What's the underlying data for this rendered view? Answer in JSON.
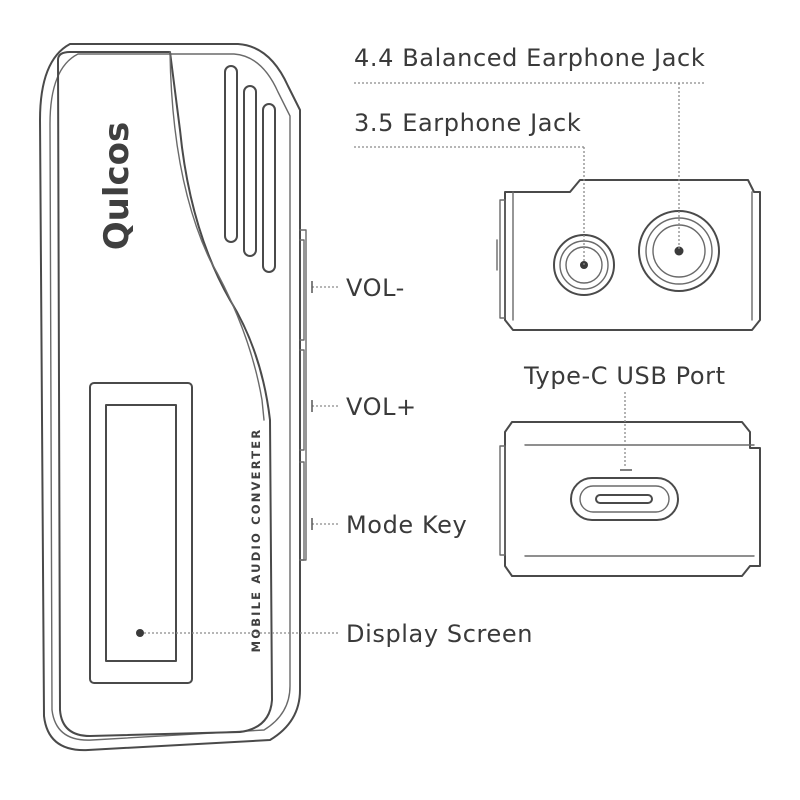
{
  "brand": {
    "logo_text": "Qulcos"
  },
  "device": {
    "vertical_text": "MOBILE AUDIO CONVERTER"
  },
  "labels": {
    "balanced_jack": "4.4 Balanced Earphone Jack",
    "earphone_jack": "3.5 Earphone Jack",
    "vol_minus": "VOL-",
    "vol_plus": "VOL+",
    "mode_key": "Mode Key",
    "usb_port": "Type-C USB Port",
    "display_screen": "Display Screen"
  },
  "colors": {
    "line": "#4a4a4a",
    "text": "#3a3a3a",
    "background": "#ffffff"
  }
}
